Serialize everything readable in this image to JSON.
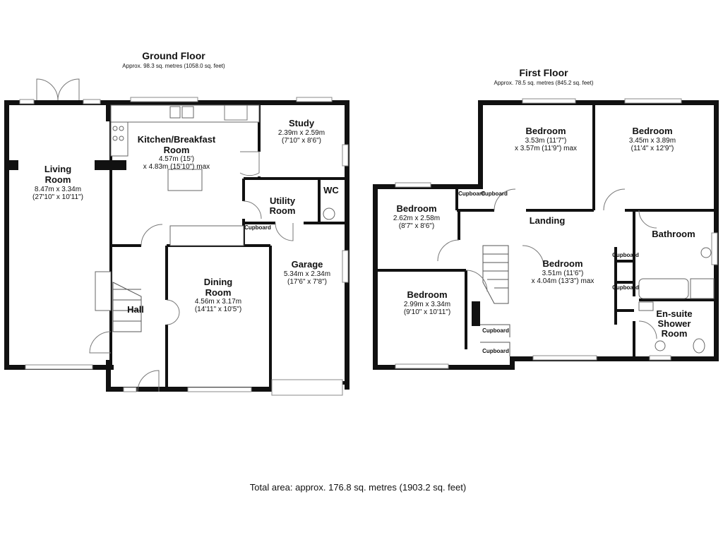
{
  "ground_floor": {
    "title": "Ground Floor",
    "area": "Approx. 98.3 sq. metres (1058.0 sq. feet)",
    "rooms": {
      "living": {
        "name1": "Living",
        "name2": "Room",
        "dim1": "8.47m x 3.34m",
        "dim2": "(27'10\" x 10'11\")"
      },
      "kitchen": {
        "name1": "Kitchen/Breakfast",
        "name2": "Room",
        "dim1": "4.57m (15')",
        "dim2": "x 4.83m (15'10\") max"
      },
      "study": {
        "name1": "Study",
        "dim1": "2.39m x 2.59m",
        "dim2": "(7'10\" x 8'6\")"
      },
      "wc": {
        "name1": "WC"
      },
      "utility": {
        "name1": "Utility",
        "name2": "Room"
      },
      "cupboard": {
        "name1": "Cupboard"
      },
      "garage": {
        "name1": "Garage",
        "dim1": "5.34m x 2.34m",
        "dim2": "(17'6\" x 7'8\")"
      },
      "dining": {
        "name1": "Dining",
        "name2": "Room",
        "dim1": "4.56m x 3.17m",
        "dim2": "(14'11\" x 10'5\")"
      },
      "hall": {
        "name1": "Hall"
      }
    }
  },
  "first_floor": {
    "title": "First Floor",
    "area": "Approx. 78.5 sq. metres (845.2 sq. feet)",
    "rooms": {
      "bed1": {
        "name1": "Bedroom",
        "dim1": "3.53m (11'7\")",
        "dim2": "x 3.57m (11'9\") max"
      },
      "bed2": {
        "name1": "Bedroom",
        "dim1": "3.45m x 3.89m",
        "dim2": "(11'4\" x 12'9\")"
      },
      "bed3": {
        "name1": "Bedroom",
        "dim1": "2.62m x 2.58m",
        "dim2": "(8'7\" x 8'6\")"
      },
      "landing": {
        "name1": "Landing"
      },
      "bathroom": {
        "name1": "Bathroom"
      },
      "bed4": {
        "name1": "Bedroom",
        "dim1": "3.51m (11'6\")",
        "dim2": "x 4.04m (13'3\") max"
      },
      "bed5": {
        "name1": "Bedroom",
        "dim1": "2.99m x 3.34m",
        "dim2": "(9'10\" x 10'11\")"
      },
      "ensuite": {
        "name1": "En-suite",
        "name2": "Shower",
        "name3": "Room"
      },
      "cupboards": {
        "c1": "Cupboard",
        "c2": "Cupboard",
        "c3": "Cupboard",
        "c4": "Cupboard",
        "c5": "Cupboard",
        "c6": "Cupboard"
      }
    }
  },
  "total_area": "Total area: approx. 176.8 sq. metres (1903.2 sq. feet)"
}
